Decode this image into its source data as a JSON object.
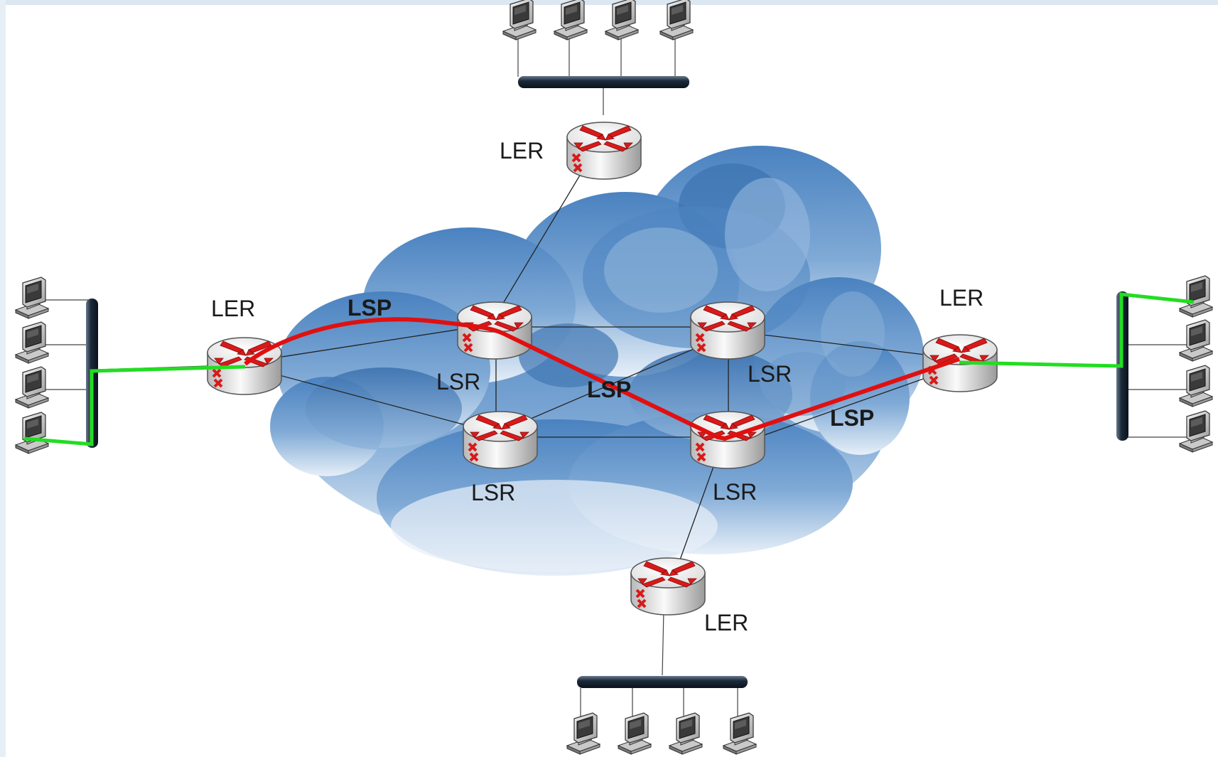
{
  "labels": {
    "ler_top": "LER",
    "ler_left": "LER",
    "ler_right": "LER",
    "ler_bottom": "LER",
    "lsr_ul": "LSR",
    "lsr_ur": "LSR",
    "lsr_ll": "LSR",
    "lsr_lr": "LSR",
    "lsp_1": "LSP",
    "lsp_2": "LSP",
    "lsp_3": "LSP"
  },
  "colors": {
    "lsp_path": "#e01010",
    "access_path": "#22dd22",
    "router_arrows": "#d81a1a",
    "bus": "#1b2a3a",
    "cloud_dark": "#3d78b8",
    "cloud_light": "#d8e6f3",
    "frame": "#dbe7f1"
  },
  "icons": {
    "router": "router-icon",
    "computer": "computer-icon",
    "bus": "network-bus",
    "cloud": "mpls-cloud-icon"
  }
}
